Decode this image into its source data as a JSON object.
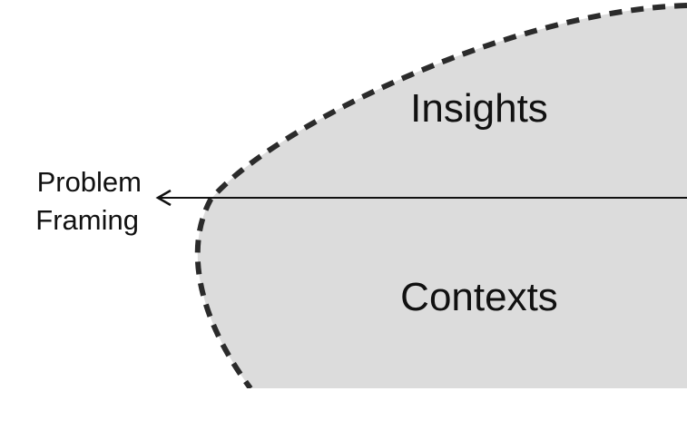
{
  "diagram": {
    "regions": {
      "top_label": "Insights",
      "bottom_label": "Contexts"
    },
    "arrow": {
      "label_line1": "Problem",
      "label_line2": "Framing"
    },
    "colors": {
      "region_fill": "#dcdcdc",
      "outline": "#2b2b2b",
      "text": "#111111",
      "arrow": "#111111"
    }
  }
}
